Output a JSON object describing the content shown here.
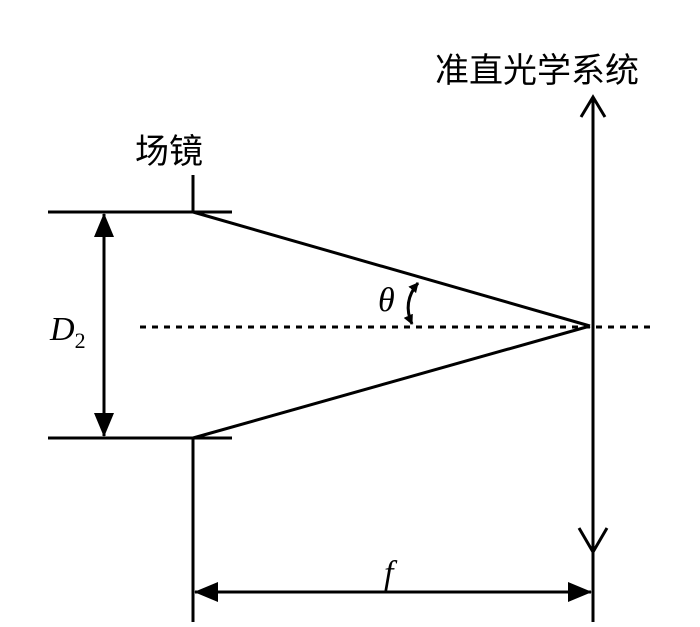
{
  "labels": {
    "collimator": "准直光学系统",
    "field_lens": "场镜",
    "diameter_symbol": "D",
    "diameter_subscript": "2",
    "angle": "θ",
    "focal_length": "f"
  },
  "colors": {
    "line": "#000000",
    "background": "#ffffff"
  }
}
